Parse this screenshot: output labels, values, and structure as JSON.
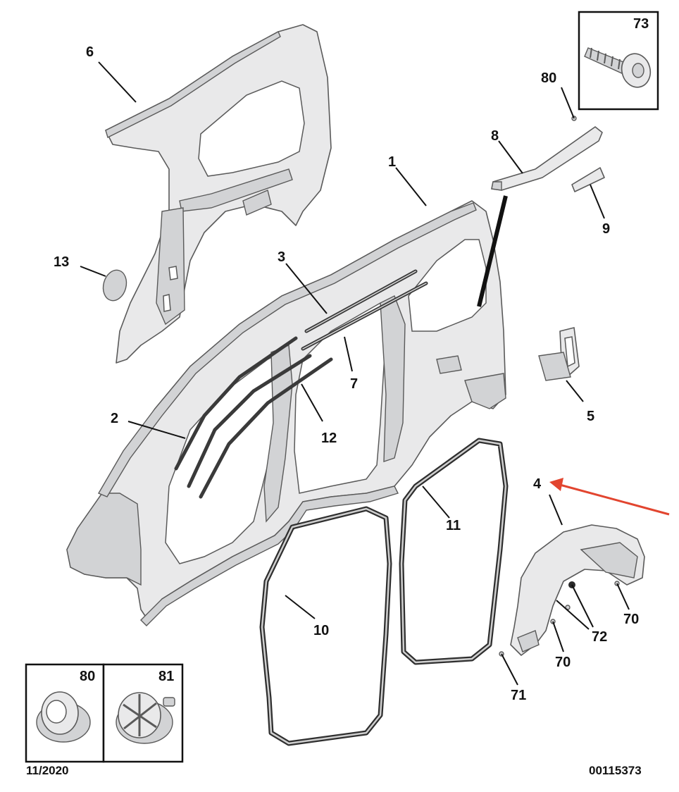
{
  "diagram": {
    "date_code": "11/2020",
    "reference_number": "00115373",
    "callouts": [
      {
        "id": "c1",
        "label": "1"
      },
      {
        "id": "c2",
        "label": "2"
      },
      {
        "id": "c3",
        "label": "3"
      },
      {
        "id": "c4",
        "label": "4"
      },
      {
        "id": "c5",
        "label": "5"
      },
      {
        "id": "c6",
        "label": "6"
      },
      {
        "id": "c7",
        "label": "7"
      },
      {
        "id": "c8",
        "label": "8"
      },
      {
        "id": "c9",
        "label": "9"
      },
      {
        "id": "c10",
        "label": "10"
      },
      {
        "id": "c11",
        "label": "11"
      },
      {
        "id": "c12",
        "label": "12"
      },
      {
        "id": "c13",
        "label": "13"
      },
      {
        "id": "c70a",
        "label": "70"
      },
      {
        "id": "c70b",
        "label": "70"
      },
      {
        "id": "c71",
        "label": "71"
      },
      {
        "id": "c72",
        "label": "72"
      },
      {
        "id": "c80",
        "label": "80"
      }
    ],
    "inset_boxes": [
      {
        "id": "box73",
        "label": "73",
        "part": "screw"
      },
      {
        "id": "box80",
        "label": "80",
        "part": "clip"
      },
      {
        "id": "box81",
        "label": "81",
        "part": "clip"
      }
    ],
    "highlight_arrow_color": "#e2452f"
  }
}
